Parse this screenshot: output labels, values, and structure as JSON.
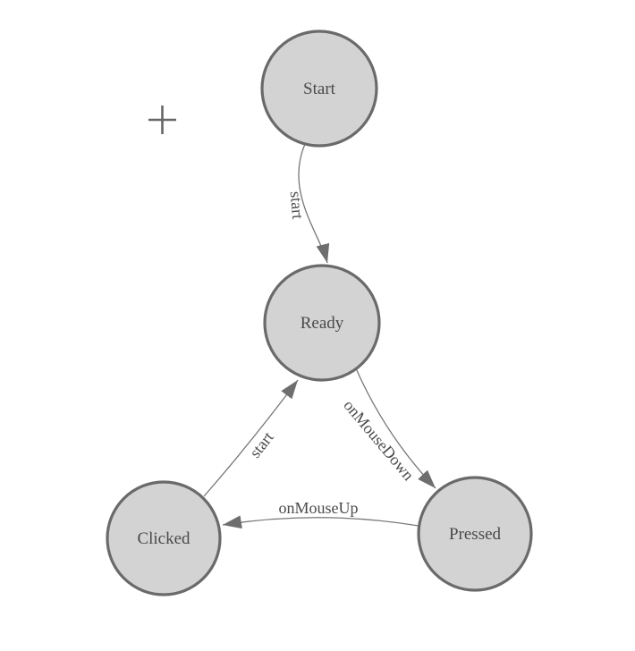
{
  "diagram": {
    "type": "state-machine",
    "background": "#ffffff",
    "colors": {
      "node_fill": "#d3d3d3",
      "node_border": "#6a6a6a",
      "edge_line": "#777777",
      "arrow_fill": "#6e6e6e",
      "text": "#4a4a4a",
      "crosshair": "#666666"
    },
    "nodes": [
      {
        "id": "start",
        "label": "Start"
      },
      {
        "id": "ready",
        "label": "Ready"
      },
      {
        "id": "clicked",
        "label": "Clicked"
      },
      {
        "id": "pressed",
        "label": "Pressed"
      }
    ],
    "edges": [
      {
        "id": "start-to-ready",
        "from": "Start",
        "to": "Ready",
        "label": "start"
      },
      {
        "id": "clicked-to-ready",
        "from": "Clicked",
        "to": "Ready",
        "label": "start"
      },
      {
        "id": "ready-to-pressed",
        "from": "Ready",
        "to": "Pressed",
        "label": "onMouseDown"
      },
      {
        "id": "pressed-to-clicked",
        "from": "Pressed",
        "to": "Clicked",
        "label": "onMouseUp"
      }
    ],
    "cursor": {
      "icon": "crosshair",
      "glyph": "+"
    }
  }
}
